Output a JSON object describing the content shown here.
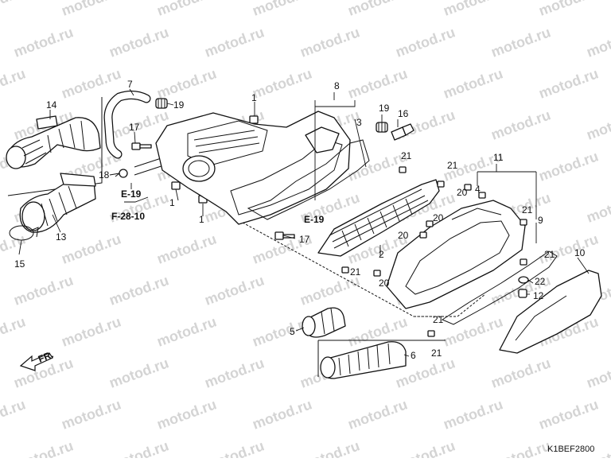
{
  "watermark_text": "motod.ru",
  "diagram_code": "K1BEF2800",
  "direction_label": "FR.",
  "cross_refs": [
    {
      "key": "e19_left",
      "text": "E-19"
    },
    {
      "key": "f2810",
      "text": "F-28-10"
    },
    {
      "key": "e19_center",
      "text": "E-19"
    }
  ],
  "callouts": [
    "1",
    "1",
    "1",
    "2",
    "3",
    "4",
    "5",
    "6",
    "7",
    "8",
    "9",
    "10",
    "11",
    "12",
    "13",
    "14",
    "15",
    "16",
    "17",
    "17",
    "18",
    "19",
    "19",
    "20",
    "20",
    "20",
    "20",
    "21",
    "21",
    "21",
    "21",
    "21",
    "21",
    "21",
    "22"
  ],
  "parts": [
    {
      "name": "intake-duct-14",
      "label": "14"
    },
    {
      "name": "intake-duct-13",
      "label": "13"
    },
    {
      "name": "hose-clamp-15",
      "label": "15"
    },
    {
      "name": "breather-tube-7",
      "label": "7"
    },
    {
      "name": "air-cleaner-case",
      "label": "8"
    },
    {
      "name": "case-seal",
      "label": "3"
    },
    {
      "name": "air-filter-element",
      "label": "2"
    },
    {
      "name": "air-cleaner-cover",
      "label": "11"
    },
    {
      "name": "cover-seal",
      "label": "9"
    },
    {
      "name": "outer-cover",
      "label": "10"
    },
    {
      "name": "connecting-tube-5",
      "label": "5"
    },
    {
      "name": "connecting-tube-6",
      "label": "6"
    }
  ]
}
